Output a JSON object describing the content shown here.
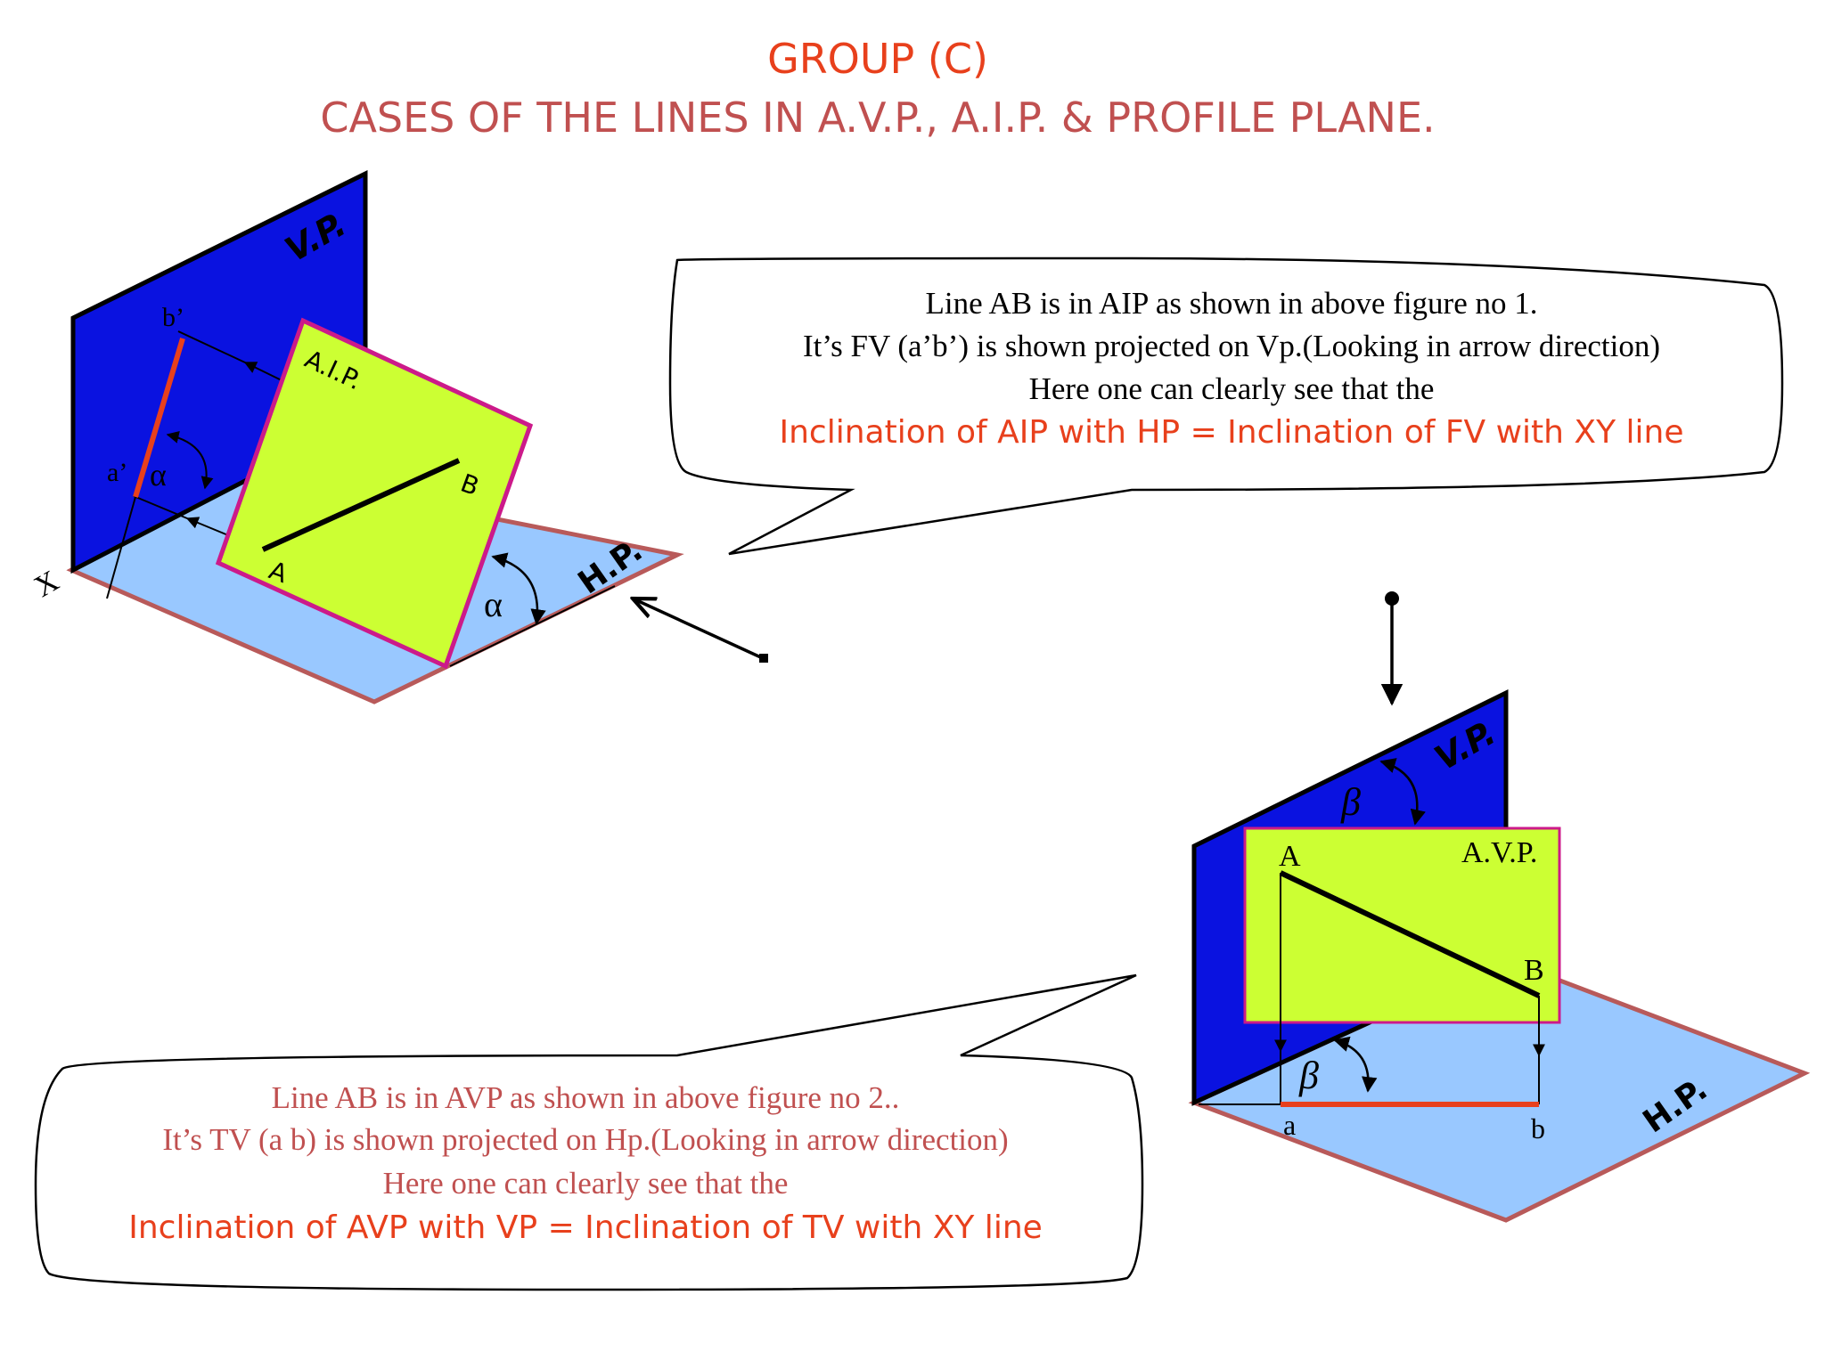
{
  "title": {
    "line1": "GROUP (C)",
    "line2": "CASES  OF  THE  LINES  IN  A.V.P., A.I.P. &  PROFILE  PLANE."
  },
  "figure1": {
    "vp_label": "V.P.",
    "hp_label": "H.P.",
    "aip_label": "A.I.P.",
    "point_a": "A",
    "point_b": "B",
    "proj_a": "a’",
    "proj_b": "b’",
    "x_label": "X",
    "alpha": "α",
    "alpha2": "α"
  },
  "callout1": {
    "line1": "Line AB is in AIP as shown in above figure no 1.",
    "line2": "It’s FV (a’b’) is shown projected on Vp.(Looking in arrow direction)",
    "line3": "Here one can clearly see that the",
    "line4": "Inclination of AIP with HP = Inclination of FV with XY line"
  },
  "figure2": {
    "vp_label": "V.P.",
    "hp_label": "H.P.",
    "avp_label": "A.V.P.",
    "point_a": "A",
    "point_b": "B",
    "proj_a": "a",
    "proj_b": "b",
    "beta": "β",
    "beta2": "β"
  },
  "callout2": {
    "line1": "Line AB is in AVP as shown in above figure no 2..",
    "line2": "It’s TV (a b) is shown projected on Hp.(Looking in arrow direction)",
    "line3": "Here one can clearly see that the",
    "line4": "Inclination of AVP with VP = Inclination of TV with XY line"
  },
  "colors": {
    "title_red": "#e8401c",
    "subtitle": "#c05050",
    "vp_blue": "#0a12e0",
    "hp_blue": "#99c8ff",
    "plane_yellow": "#ccff33",
    "plane_border": "#cc1a8a",
    "projection_red": "#e8401c"
  }
}
